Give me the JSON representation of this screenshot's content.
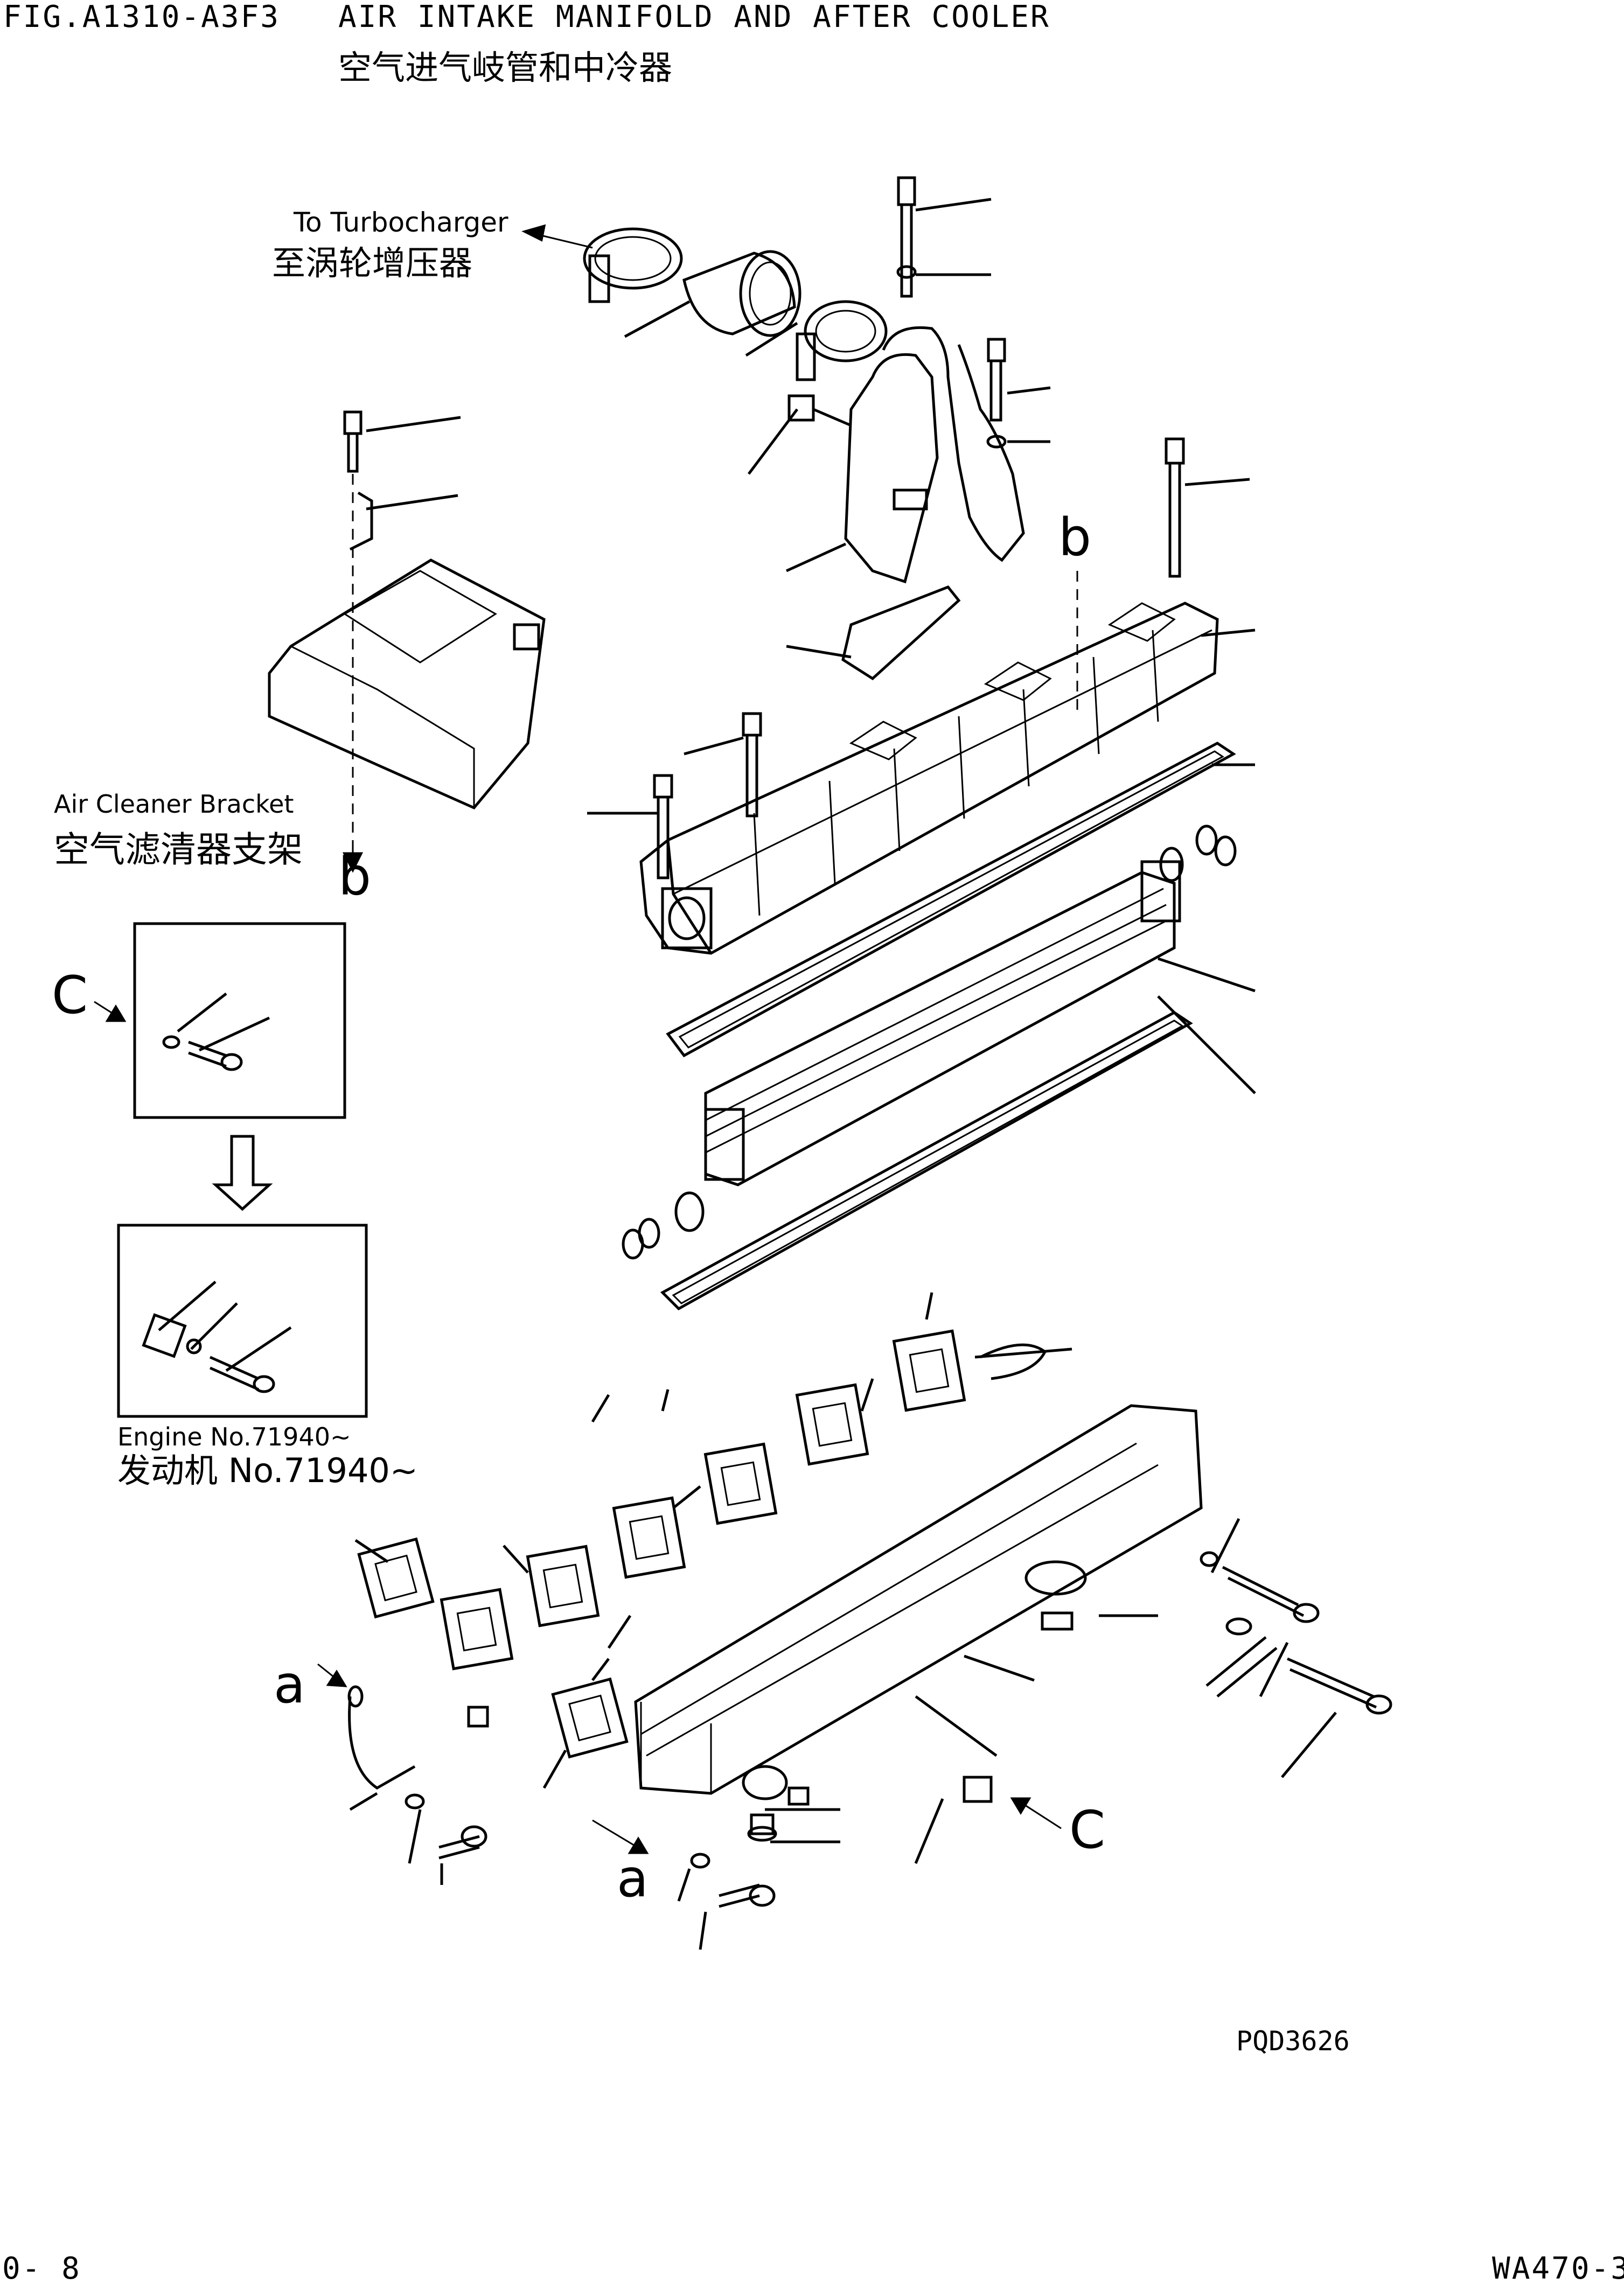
{
  "header": {
    "fig_code": "FIG.A1310-A3F3",
    "title_en": "AIR INTAKE MANIFOLD AND AFTER COOLER",
    "title_cn": "空气进气岐管和中冷器"
  },
  "labels": {
    "to_turbo_en": "To Turbocharger",
    "to_turbo_cn": "至涡轮增压器",
    "air_cleaner_en": "Air Cleaner Bracket",
    "air_cleaner_cn": "空气滤清器支架",
    "engine_no_en": "Engine No.71940~",
    "engine_no_cn": "发动机 No.71940~",
    "ref_a": "a",
    "ref_b": "b",
    "ref_c": "C"
  },
  "footer": {
    "drawing_no": "PQD3626",
    "page": "0- 8",
    "model": "WA470-3"
  }
}
